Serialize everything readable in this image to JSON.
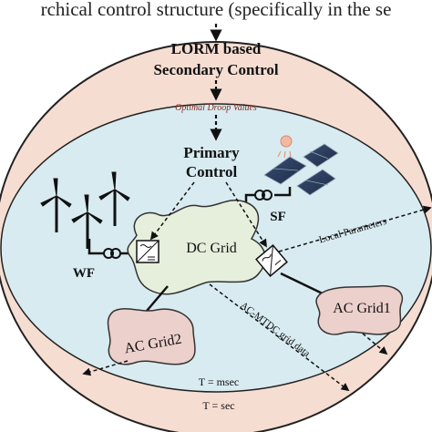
{
  "header_text": "rchical control structure (specifically in the se",
  "secondary": {
    "line1": "LORM based",
    "line2": "Secondary Control"
  },
  "droop_label": "Optimal Droop Values",
  "primary": {
    "line1": "Primary",
    "line2": "Control"
  },
  "labels": {
    "sf": "SF",
    "wf": "WF",
    "dc_grid": "DC Grid",
    "local_parameters": "Local Parameters",
    "ac_grid1": "AC Grid1",
    "ac_grid2": "AC Grid2",
    "acmtdc": "AC-MTDC grid data",
    "tau_msec": "T = msec",
    "tau_sec": "T = sec"
  },
  "colors": {
    "outer_ellipse": "#f6ddd2",
    "inner_ellipse": "#d8ebf1",
    "dc_grid": "#e5efdb",
    "ac_grid": "#ecd0cb",
    "title_text": "#111111",
    "droop_text": "#8b2a1c"
  }
}
